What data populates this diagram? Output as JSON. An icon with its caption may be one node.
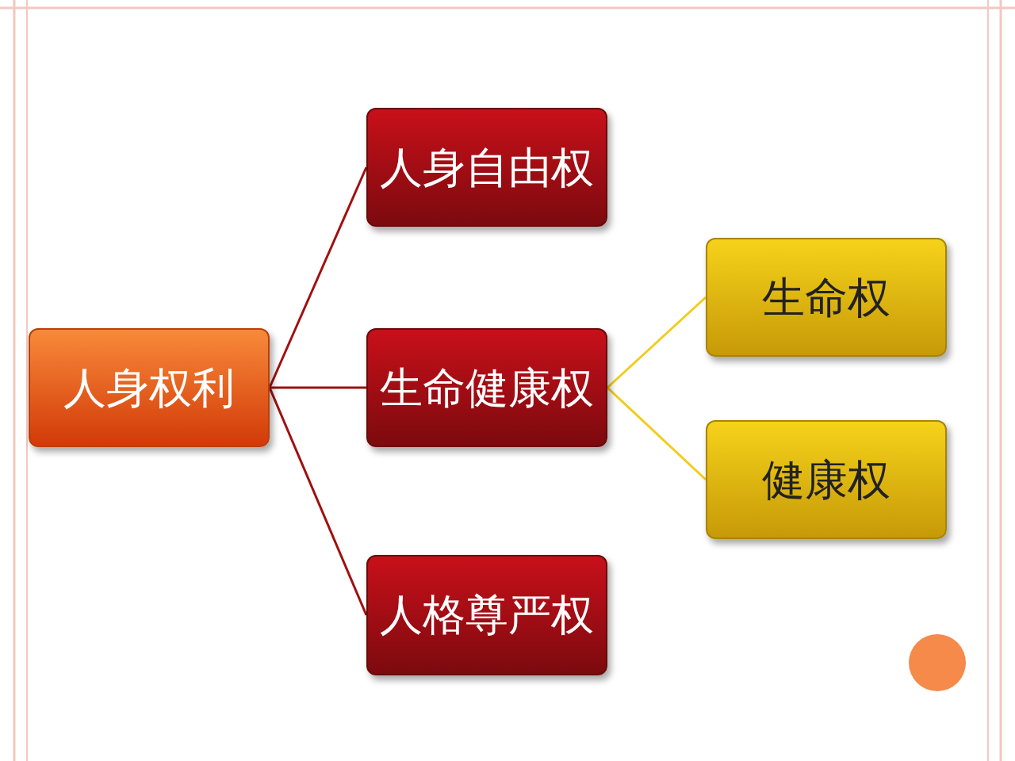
{
  "diagram": {
    "nodes": [
      {
        "text": [
          "人身权利"
        ]
      },
      {
        "text": [
          "人身自由权"
        ]
      },
      {
        "text": [
          "生命健康权"
        ]
      },
      {
        "text": [
          "人格尊严权"
        ]
      },
      {
        "text": [
          "生命权"
        ]
      },
      {
        "text": [
          "健康权"
        ]
      }
    ],
    "edges": [
      {
        "from": 0,
        "to": 1,
        "arrow": "none"
      },
      {
        "from": 0,
        "to": 2,
        "arrow": "none"
      },
      {
        "from": 0,
        "to": 3,
        "arrow": "none"
      },
      {
        "from": 2,
        "to": 4,
        "arrow": "none",
        "color": "#f2cc1a"
      },
      {
        "from": 2,
        "to": 5,
        "arrow": "none",
        "color": "#f2cc1a"
      }
    ]
  }
}
